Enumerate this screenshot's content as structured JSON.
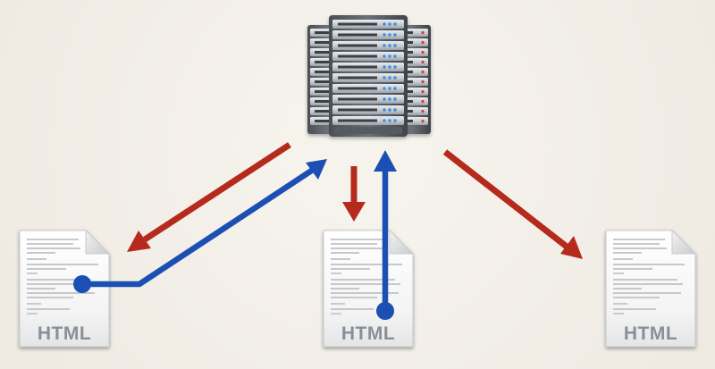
{
  "documents": [
    {
      "label": "HTML"
    },
    {
      "label": "HTML"
    },
    {
      "label": "HTML"
    }
  ],
  "colors": {
    "background": "#f3efe8",
    "request_arrow": "#b52a1c",
    "response_arrow": "#1b4fb3",
    "document_label": "#8a8f96"
  },
  "icons": {
    "server": "server-rack-icon",
    "document": "html-document-icon"
  }
}
